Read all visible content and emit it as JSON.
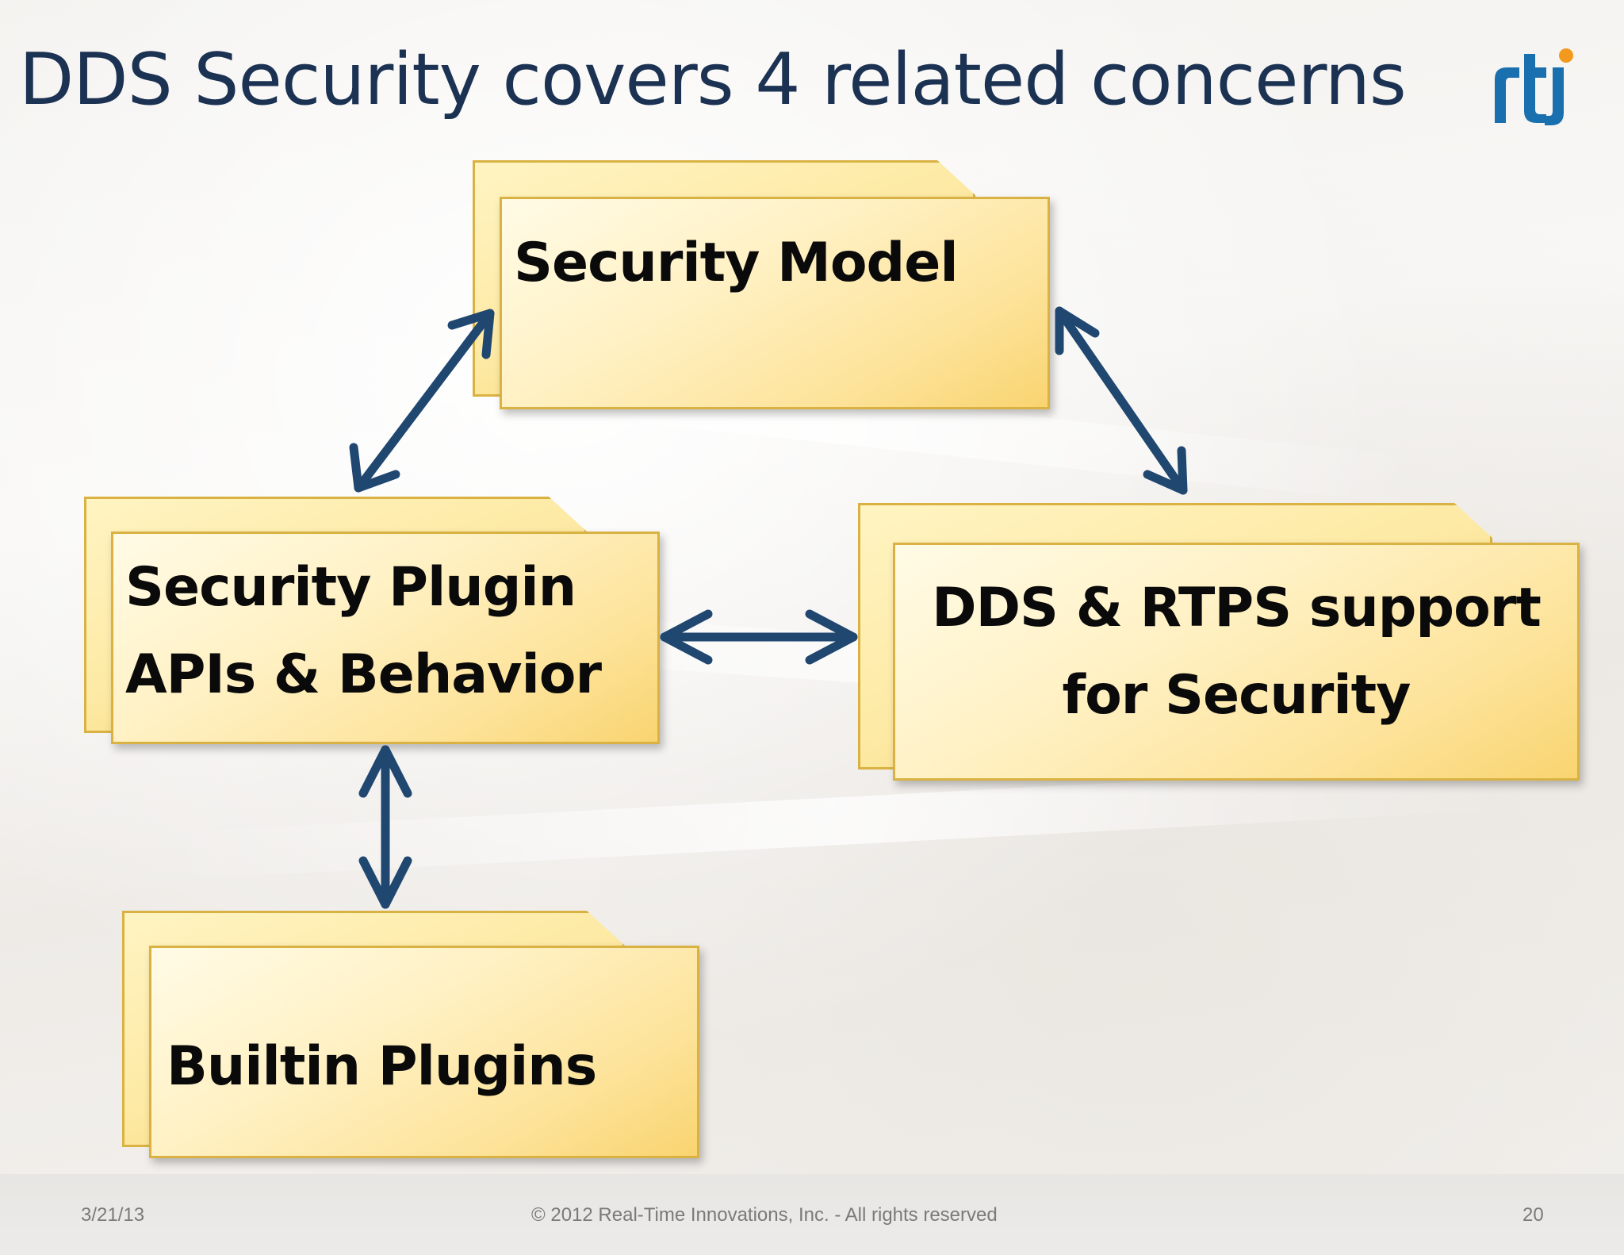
{
  "slide": {
    "title": "DDS Security covers 4 related concerns",
    "logo_text": "rti",
    "logo_colors": {
      "letters": "#1a6fae",
      "dot": "#f39a1e"
    }
  },
  "diagram": {
    "boxes": [
      {
        "id": "security-model",
        "label": "Security Model"
      },
      {
        "id": "security-plugin",
        "label": "Security Plugin\nAPIs & Behavior"
      },
      {
        "id": "dds-rtps",
        "label": "DDS & RTPS support\nfor Security"
      },
      {
        "id": "builtin-plugins",
        "label": "Builtin Plugins"
      }
    ],
    "connections": [
      {
        "from": "security-model",
        "to": "security-plugin",
        "style": "bidirectional"
      },
      {
        "from": "security-model",
        "to": "dds-rtps",
        "style": "bidirectional"
      },
      {
        "from": "security-plugin",
        "to": "dds-rtps",
        "style": "bidirectional"
      },
      {
        "from": "security-plugin",
        "to": "builtin-plugins",
        "style": "bidirectional"
      }
    ],
    "arrow_color": "#1f4770",
    "box_colors": {
      "fill": "#fde9a3",
      "border": "#d9b243"
    }
  },
  "footer": {
    "date": "3/21/13",
    "copyright": "© 2012 Real-Time Innovations, Inc.  -  All rights reserved",
    "page_number": "20"
  }
}
